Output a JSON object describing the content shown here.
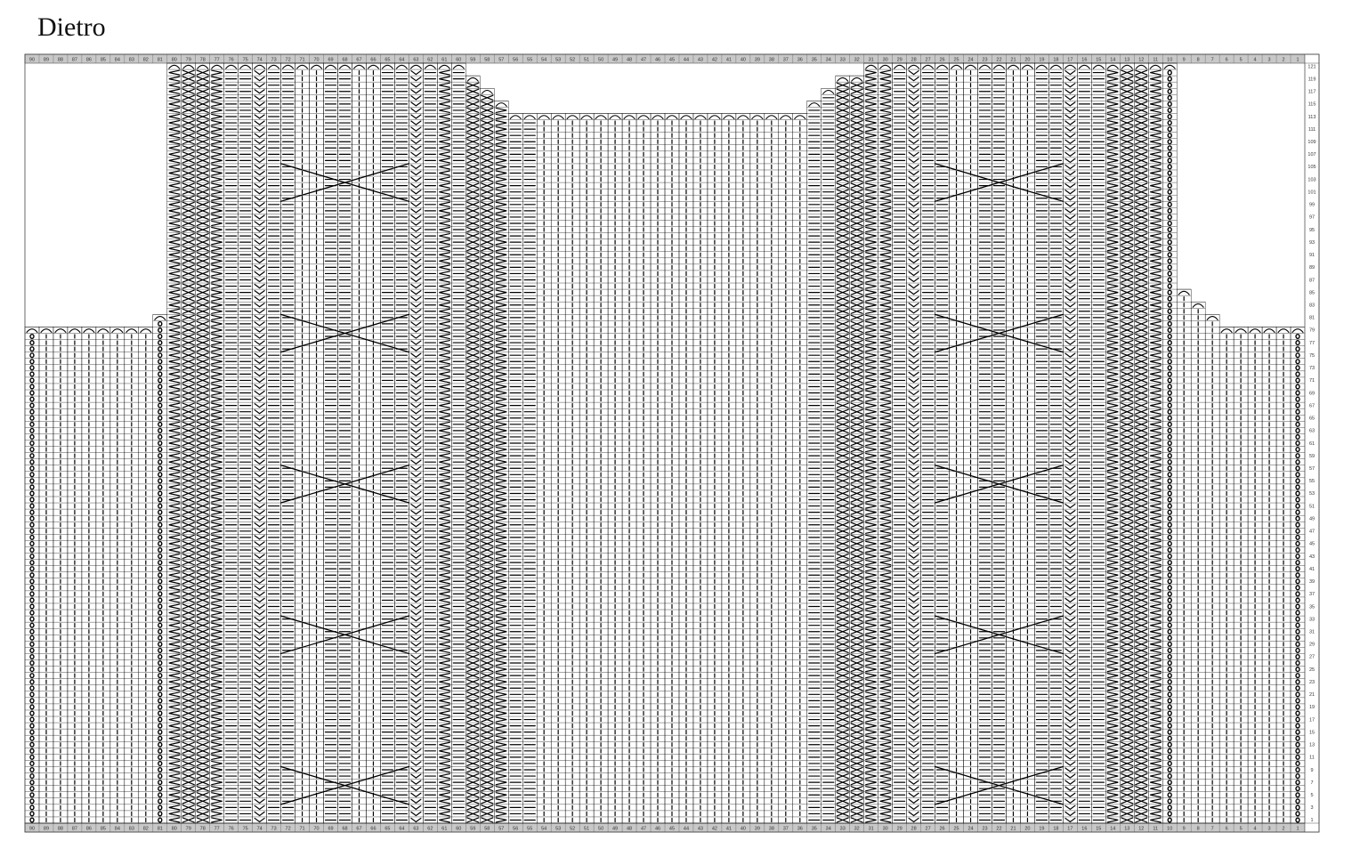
{
  "title": "Dietro",
  "chart": {
    "columns": 90,
    "rows": 121,
    "column_numbering": "right-to-left",
    "row_labels": "odd rows shown on right side",
    "colors": {
      "header_fill": "#c8c8c8",
      "grid_line": "#000000",
      "background": "#ffffff",
      "symbol": "#000000"
    },
    "symbols": {
      "knit": "vertical bar",
      "purl": "dash",
      "slip": "V",
      "cast_off": "arc",
      "edge_stitch": "zero",
      "cross": "X / diamond",
      "diagonal": "< / > / Y"
    }
  }
}
